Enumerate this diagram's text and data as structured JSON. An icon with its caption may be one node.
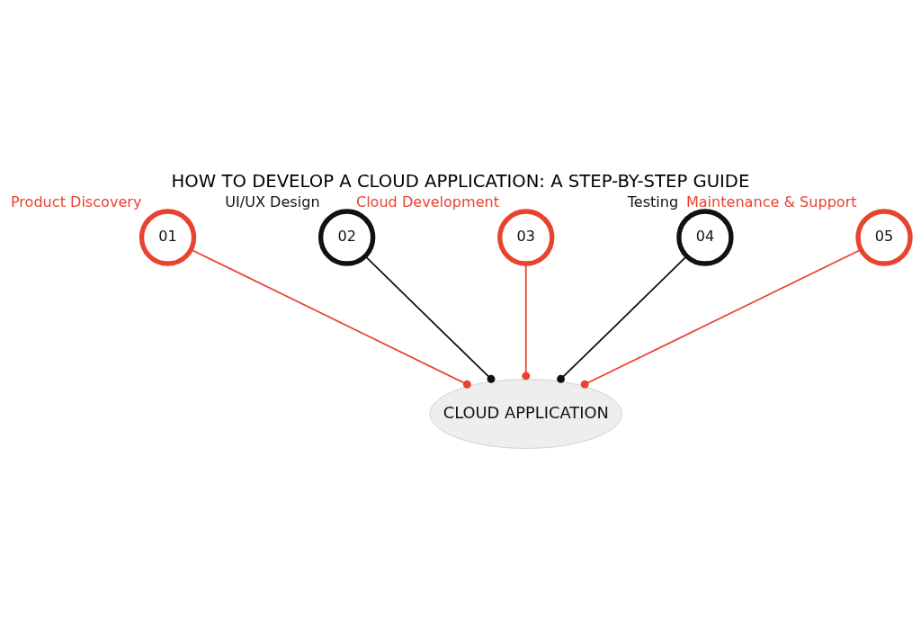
{
  "diagram": {
    "title": "HOW TO DEVELOP A CLOUD APPLICATION: A STEP-BY-STEP GUIDE",
    "nodes": [
      {
        "text": [
          "CLOUD APPLICATION"
        ]
      },
      {
        "text": [
          "01"
        ],
        "beside": [
          "Product Discovery"
        ]
      },
      {
        "text": [
          "02"
        ],
        "beside": [
          "UI/UX Design"
        ]
      },
      {
        "text": [
          "03"
        ],
        "beside": [
          "Cloud Development"
        ]
      },
      {
        "text": [
          "04"
        ],
        "beside": [
          "Testing"
        ]
      },
      {
        "text": [
          "05"
        ],
        "beside": [
          "Maintenance & Support"
        ]
      }
    ],
    "edges": [
      {
        "from": 1,
        "to": 0,
        "arrow": "other",
        "color": "#e8432e"
      },
      {
        "from": 2,
        "to": 0,
        "arrow": "other",
        "color": "#111111"
      },
      {
        "from": 3,
        "to": 0,
        "arrow": "other",
        "color": "#e8432e"
      },
      {
        "from": 4,
        "to": 0,
        "arrow": "other",
        "color": "#111111"
      },
      {
        "from": 5,
        "to": 0,
        "arrow": "other",
        "color": "#e8432e"
      }
    ]
  }
}
